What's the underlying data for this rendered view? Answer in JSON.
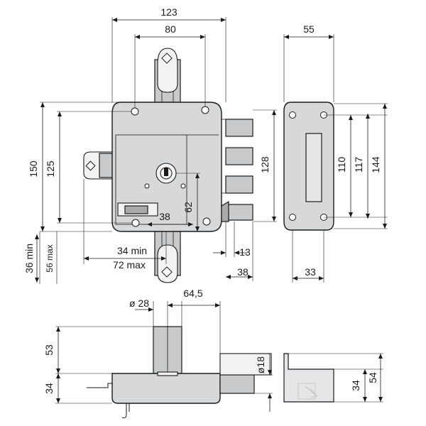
{
  "dimensions": {
    "width_123": "123",
    "bolt_spacing_80": "80",
    "depth_55": "55",
    "height_150": "150",
    "height_125": "125",
    "bolts_128": "128",
    "h_110": "110",
    "h_117": "117",
    "h_144": "144",
    "key_62": "62",
    "key_38": "38",
    "backset_min": "34 min",
    "backset_max": "72 max",
    "offset_min": "36 min",
    "offset_max": "56 max",
    "latch_13": "13",
    "throw_38": "38",
    "plate_33": "33",
    "cyl_dia": "ø 28",
    "cyl_offset": "64,5",
    "top_53": "53",
    "bottom_34": "34",
    "bolt_dia": "ø18",
    "side_34": "34",
    "side_54": "54"
  },
  "colors": {
    "body": "#d7d8da",
    "line": "#1a1a1a"
  }
}
